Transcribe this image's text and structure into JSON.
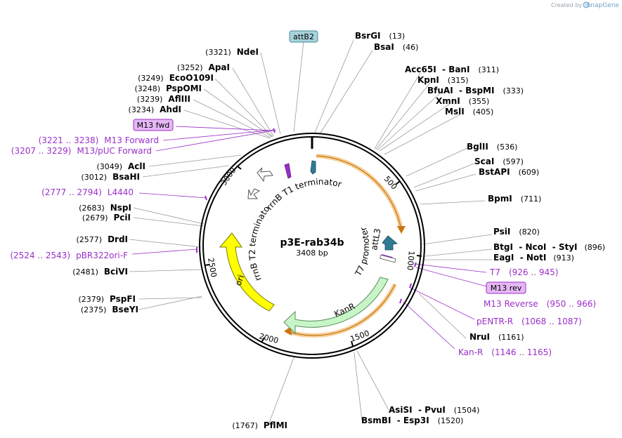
{
  "watermark": {
    "created_by": "Created by",
    "brand": "SnapGene"
  },
  "plasmid": {
    "name": "p3E-rab34b",
    "size_label": "3408 bp"
  },
  "ticks": [
    "500",
    "1000",
    "1500",
    "2000",
    "2500",
    "3000"
  ],
  "enzymes": [
    {
      "name": "BsrGI",
      "pos": "(13)"
    },
    {
      "name": "BsaI",
      "pos": "(46)"
    },
    {
      "name": "Acc65I  - BanI",
      "pos": "(311)"
    },
    {
      "name": "KpnI",
      "pos": "(315)"
    },
    {
      "name": "BfuAI  - BspMI",
      "pos": "(333)"
    },
    {
      "name": "XmnI",
      "pos": "(355)"
    },
    {
      "name": "MslI",
      "pos": "(405)"
    },
    {
      "name": "BglII",
      "pos": "(536)"
    },
    {
      "name": "ScaI",
      "pos": "(597)"
    },
    {
      "name": "BstAPI",
      "pos": "(609)"
    },
    {
      "name": "BpmI",
      "pos": "(711)"
    },
    {
      "name": "PsiI",
      "pos": "(820)"
    },
    {
      "name": "BtgI  - NcoI  - StyI",
      "pos": "(896)"
    },
    {
      "name": "EagI  - NotI",
      "pos": "(913)"
    },
    {
      "name": "NruI",
      "pos": "(1161)"
    },
    {
      "name": "AsiSI  - PvuI",
      "pos": "(1504)"
    },
    {
      "name": "BsmBI  - Esp3I",
      "pos": "(1520)"
    },
    {
      "name": "PflMI",
      "pos": "(1767)"
    },
    {
      "name": "BseYI",
      "pos": "(2375)"
    },
    {
      "name": "PspFI",
      "pos": "(2379)"
    },
    {
      "name": "BciVI",
      "pos": "(2481)"
    },
    {
      "name": "DrdI",
      "pos": "(2577)"
    },
    {
      "name": "PciI",
      "pos": "(2679)"
    },
    {
      "name": "NspI",
      "pos": "(2683)"
    },
    {
      "name": "BsaHI",
      "pos": "(3012)"
    },
    {
      "name": "AclI",
      "pos": "(3049)"
    },
    {
      "name": "AhdI",
      "pos": "(3234)"
    },
    {
      "name": "AflIII",
      "pos": "(3239)"
    },
    {
      "name": "PspOMI",
      "pos": "(3248)"
    },
    {
      "name": "EcoO109I",
      "pos": "(3249)"
    },
    {
      "name": "ApaI",
      "pos": "(3252)"
    },
    {
      "name": "NdeI",
      "pos": "(3321)"
    }
  ],
  "primers": [
    {
      "name": "T7",
      "range": "(926 .. 945)"
    },
    {
      "name": "M13 Reverse",
      "range": "(950 .. 966)"
    },
    {
      "name": "pENTR-R",
      "range": "(1068 .. 1087)"
    },
    {
      "name": "Kan-R",
      "range": "(1146 .. 1165)"
    },
    {
      "name": "pBR322ori-F",
      "range": "(2524 .. 2543)"
    },
    {
      "name": "L4440",
      "range": "(2777 .. 2794)"
    },
    {
      "name": "M13/pUC Forward",
      "range": "(3207 .. 3229)"
    },
    {
      "name": "M13 Forward",
      "range": "(3221 .. 3238)"
    }
  ],
  "boxed_labels": {
    "attB2": "attB2",
    "m13_fwd": "M13 fwd",
    "m13_rev": "M13 rev"
  },
  "features": {
    "rrnb_t1": "rrnB T1 terminator",
    "rrnb_t2": "rrnB T2 terminator",
    "t7_promoter": "T7 promoter",
    "attl3": "attL3",
    "kanr": "KanR",
    "ori": "ori"
  },
  "colors": {
    "backbone": "#000000",
    "insert_arc": "#f3a23a",
    "kanr": "#c8f5c8",
    "ori": "#ffff00",
    "att": "#2e7c94",
    "primer": "#9b2fc9",
    "boxed_att": "#a6d3dc",
    "boxed_primer": "#e5b8f5"
  }
}
